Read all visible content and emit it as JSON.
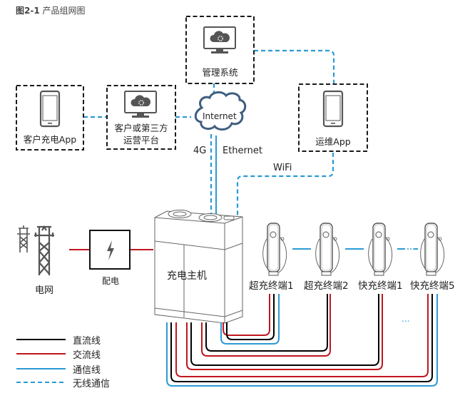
{
  "figure": {
    "number": "图2-1",
    "title": "产品组网图"
  },
  "nodes": {
    "management_system": "管理系统",
    "customer_app": "客户充电App",
    "customer_platform_line1": "客户或第三方",
    "customer_platform_line2": "运营平台",
    "internet": "Internet",
    "ops_app": "运维App",
    "grid": "电网",
    "distribution": "配电",
    "charging_host": "充电主机",
    "terminals": [
      "超充终端1",
      "超充终端2",
      "快充终端1",
      "快充终端5"
    ],
    "terminal_ellipsis": "......",
    "cable_ellipsis": "..."
  },
  "links": {
    "link_4g": "4G",
    "link_ethernet": "Ethernet",
    "link_wifi": "WiFi"
  },
  "legend": [
    {
      "label": "直流线",
      "color": "#000000",
      "style": "solid"
    },
    {
      "label": "交流线",
      "color": "#c0161f",
      "style": "solid"
    },
    {
      "label": "通信线",
      "color": "#2b9ad4",
      "style": "solid"
    },
    {
      "label": "无线通信",
      "color": "#2b9ad4",
      "style": "dashed"
    }
  ],
  "colors": {
    "dc": "#000000",
    "ac": "#c0161f",
    "comm": "#2b9ad4",
    "box_border": "#1a1a1a",
    "cloud": "#3f5f80",
    "device": "#555555"
  }
}
